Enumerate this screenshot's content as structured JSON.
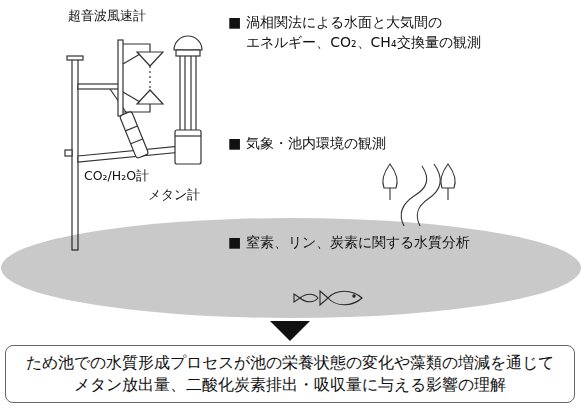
{
  "diagram": {
    "nodes": [
      {
        "text": [
          "■ 窒素、リン、炭素に関する水質分析"
        ]
      },
      {
        "text": [
          "ため池での水質形成プロセスが池の栄養状態の変化や藻類の増減を通じて メタン放出量、二酸化炭素排出・吸収量に与える影響の理解"
        ]
      }
    ],
    "edges": [
      {
        "from": 0,
        "to": 1,
        "arrow": "to"
      }
    ],
    "labels": [
      "超音波風速計",
      "CO₂/H₂O計",
      "メタン計",
      "■ 渦相関法による水面と大気間の エネルギー、CO₂、CH₄交換量の観測",
      "■ 気象・池内環境の観測"
    ]
  }
}
